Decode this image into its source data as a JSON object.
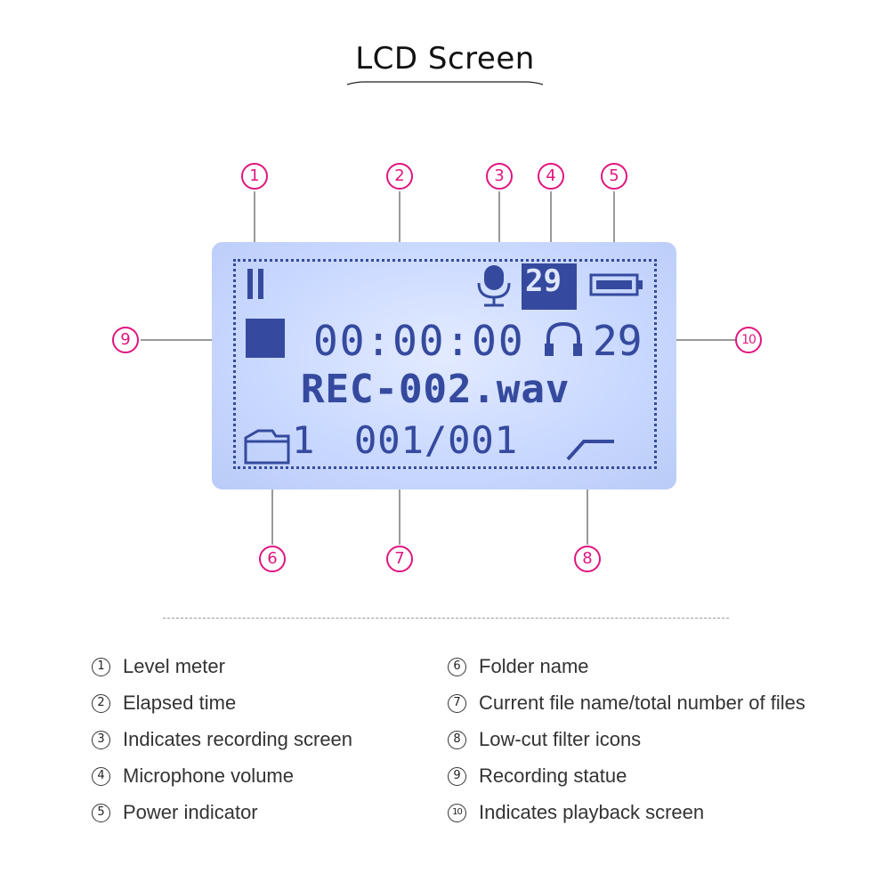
{
  "title": "LCD Screen",
  "callouts": [
    "1",
    "2",
    "3",
    "4",
    "5",
    "6",
    "7",
    "8",
    "9",
    "10"
  ],
  "lcd": {
    "elapsed_time": "00:00:00",
    "file_name": "REC-002.wav",
    "folder_number": "1",
    "file_count": "001/001",
    "playback_number": "29",
    "mic_volume": "29"
  },
  "legend_left": [
    {
      "num": "1",
      "text": "Level meter"
    },
    {
      "num": "2",
      "text": "Elapsed time"
    },
    {
      "num": "3",
      "text": "Indicates recording screen"
    },
    {
      "num": "4",
      "text": "Microphone volume"
    },
    {
      "num": "5",
      "text": "Power indicator"
    }
  ],
  "legend_right": [
    {
      "num": "6",
      "text": "Folder name"
    },
    {
      "num": "7",
      "text": "Current file name/total number of files"
    },
    {
      "num": "8",
      "text": "Low-cut filter icons"
    },
    {
      "num": "9",
      "text": "Recording statue"
    },
    {
      "num": "10",
      "text": "Indicates playback screen"
    }
  ],
  "colors": {
    "accent": "#e0157f",
    "lcd_ink": "#354a9e",
    "lcd_bg": "#c9d8ff"
  }
}
